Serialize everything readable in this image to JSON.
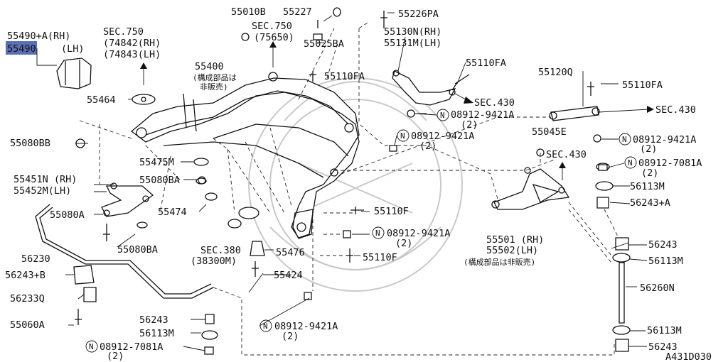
{
  "labels": {
    "p55490a": "55490+A(RH)",
    "p55490": "55490",
    "p55490_lh": "(LH)",
    "sec750a_1": "SEC.750",
    "sec750a_2": "(74842(RH)",
    "sec750a_3": "(74843(LH)",
    "p55010b": "55010B",
    "p55227": "55227",
    "sec750b_1": "SEC.750",
    "sec750b_2": "(75650)",
    "p55025ba": "55025BA",
    "p55226pa": "55226PA",
    "p55130n": "55130N(RH)",
    "p55131m": "55131M(LH)",
    "p55110fa_a": "55110FA",
    "p55110fa_b": "55110FA",
    "p55400": "55400",
    "p55400_n1": "(構成部品は",
    "p55400_n2": "非販売)",
    "sec430a": "SEC.430",
    "p55120q": "55120Q",
    "p55110fa_c": "55110FA",
    "sec430b": "SEC.430",
    "p55464": "55464",
    "n08912_9421a_1": "08912-9421A",
    "n08912_9421a_1q": "(2)",
    "p55045e": "55045E",
    "n08912_9421a_2": "08912-9421A",
    "n08912_9421a_2q": "(2)",
    "p55080bb": "55080BB",
    "n08912_9421a_3": "08912-9421A",
    "n08912_9421a_3q": "(2)",
    "sec430c": "SEC.430",
    "p55475m": "55475M",
    "n08912_7081a_1": "08912-7081A",
    "n08912_7081a_1q": "(2)",
    "p55451n": "55451N (RH)",
    "p55452m": "55452M(LH)",
    "p55080ba_a": "55080BA",
    "p56113m_a": "56113M",
    "p55474": "55474",
    "p56243a": "56243+A",
    "p55080a": "55080A",
    "p55110f_a": "55110F",
    "n08912_9421a_4": "08912-9421A",
    "n08912_9421a_4q": "(2)",
    "p55501": "55501 (RH)",
    "p55502": "55502(LH)",
    "p55501_note": "(構成部品は非販売)",
    "p56230": "56230",
    "p55080ba_b": "55080BA",
    "sec380_1": "SEC.380",
    "sec380_2": "(38300M)",
    "p55476": "55476",
    "p55110f_b": "55110F",
    "p56243_a": "56243",
    "p56243b": "56243+B",
    "p56113m_b": "56113M",
    "p55424": "55424",
    "p56233q": "56233Q",
    "p56260n": "56260N",
    "p55060a": "55060A",
    "p56243_b": "56243",
    "p56113m_c": "56113M",
    "n08912_9421a_5": "08912-9421A",
    "n08912_9421a_5q": "(2)",
    "p56113m_d": "56113M",
    "n08912_7081a_2": "08912-7081A",
    "n08912_7081a_2q": "(2)",
    "p56243_c": "56243",
    "diagram_id": "A431D030"
  },
  "nut_symbol": "N",
  "colors": {
    "highlight": "#5b6fb5",
    "ink": "#111111"
  }
}
